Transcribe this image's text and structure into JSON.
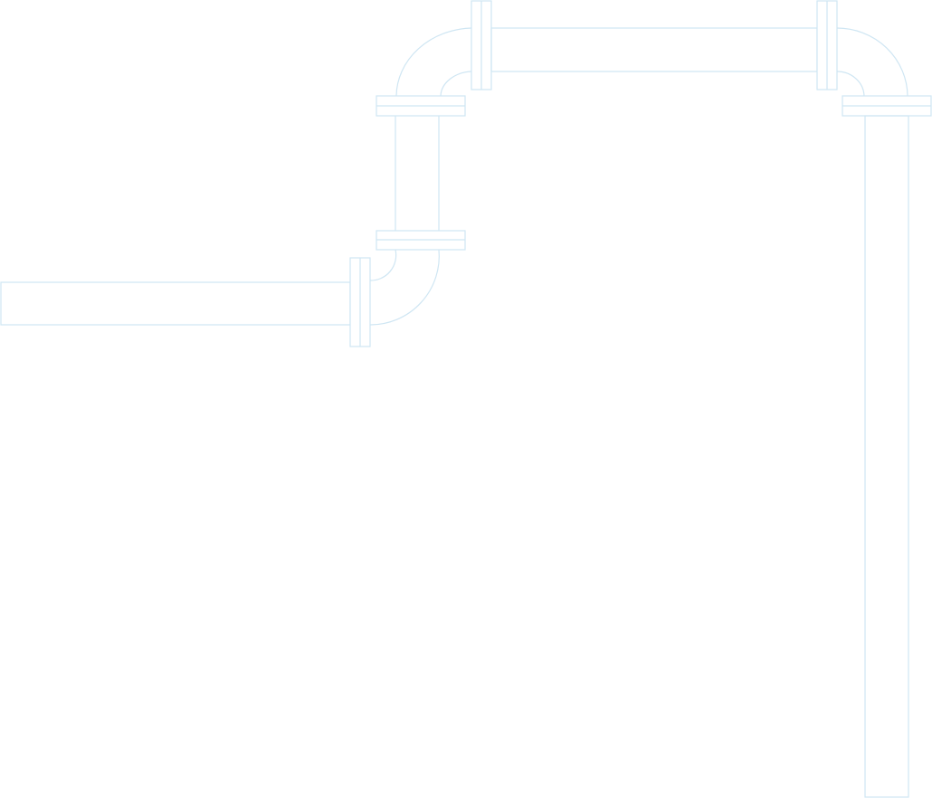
{
  "diagram": {
    "type": "pipe-schematic",
    "stroke_color": "#cfe6f3",
    "background_color": "#ffffff",
    "components": [
      {
        "kind": "straight-pipe",
        "orientation": "horizontal",
        "name": "inlet-pipe"
      },
      {
        "kind": "flange",
        "name": "inlet-flange"
      },
      {
        "kind": "elbow",
        "name": "lower-elbow"
      },
      {
        "kind": "flange",
        "name": "riser-bottom-flange"
      },
      {
        "kind": "straight-pipe",
        "orientation": "vertical",
        "name": "riser-pipe"
      },
      {
        "kind": "flange",
        "name": "riser-top-flange"
      },
      {
        "kind": "elbow",
        "name": "upper-left-elbow"
      },
      {
        "kind": "flange",
        "name": "top-run-left-flange"
      },
      {
        "kind": "straight-pipe",
        "orientation": "horizontal",
        "name": "top-run-pipe"
      },
      {
        "kind": "flange",
        "name": "top-run-right-flange"
      },
      {
        "kind": "elbow",
        "name": "upper-right-elbow"
      },
      {
        "kind": "flange",
        "name": "drop-top-flange"
      },
      {
        "kind": "straight-pipe",
        "orientation": "vertical",
        "name": "drop-pipe"
      }
    ]
  }
}
